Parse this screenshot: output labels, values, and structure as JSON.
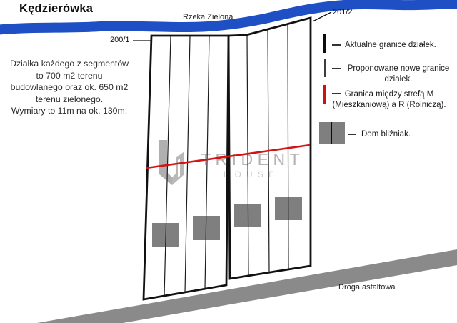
{
  "title": "Kędzierówka",
  "map": {
    "river_label": "Rzeka Zielona",
    "road_label": "Droga asfaltowa",
    "plot_left_label": "200/1",
    "plot_right_label": "201/2",
    "segments_per_plot": 4,
    "duplex_house_count": 4
  },
  "info": {
    "lines": [
      "Działka każdego z segmentów",
      "to 700 m2 terenu",
      "budowlanego oraz ok. 650 m2",
      "terenu zielonego.",
      "Wymiary to 11m na ok. 130m."
    ]
  },
  "legend": {
    "items": [
      {
        "symbol": "thick-black-line",
        "lines": [
          "Aktualne granice działek.",
          ""
        ]
      },
      {
        "symbol": "thin-black-line",
        "lines": [
          "Proponowane nowe granice",
          "działek."
        ]
      },
      {
        "symbol": "red-line",
        "lines": [
          "Granica między strefą M",
          "(Mieszkaniową) a R (Rolniczą)."
        ]
      },
      {
        "symbol": "duplex-house",
        "lines": [
          "Dom bliźniak.",
          ""
        ]
      }
    ]
  },
  "watermark": {
    "brand": "TRIDENT",
    "sub": "HOUSE"
  },
  "colors": {
    "river": "#1e4fc4",
    "road": "#8a8a8a",
    "house": "#7f7f7f",
    "zone_boundary": "#d21414",
    "outline": "#111111"
  }
}
